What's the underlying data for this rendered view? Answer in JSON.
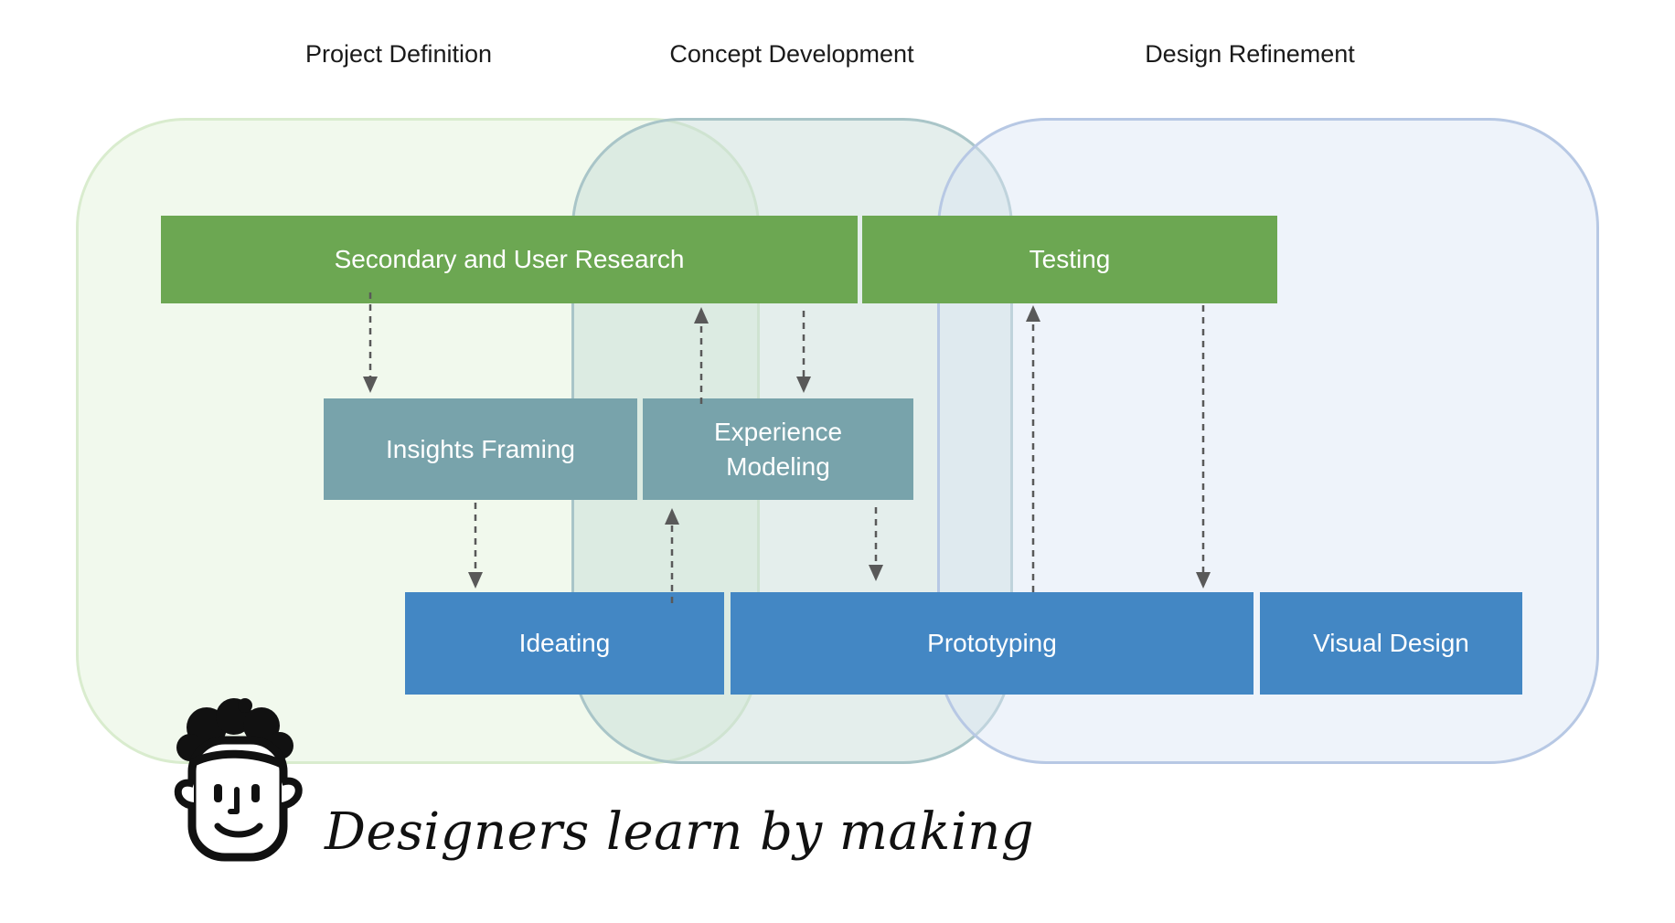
{
  "phases": [
    {
      "label": "Project Definition"
    },
    {
      "label": "Concept Development"
    },
    {
      "label": "Design Refinement"
    }
  ],
  "activities": {
    "research": "Secondary and User Research",
    "testing": "Testing",
    "insights_framing": "Insights Framing",
    "experience_modeling": "Experience\nModeling",
    "ideating": "Ideating",
    "prototyping": "Prototyping",
    "visual_design": "Visual Design"
  },
  "colors": {
    "research_green": "#6ca752",
    "modeling_teal": "#78a3ab",
    "making_blue": "#4387c4",
    "region_definition": "#f2f9ee",
    "region_concept": "#e3eeea",
    "region_refinement": "#eef3fb"
  },
  "branding": {
    "logo_icon": "cartoon-face-icon",
    "tagline": "Designers learn by making"
  }
}
